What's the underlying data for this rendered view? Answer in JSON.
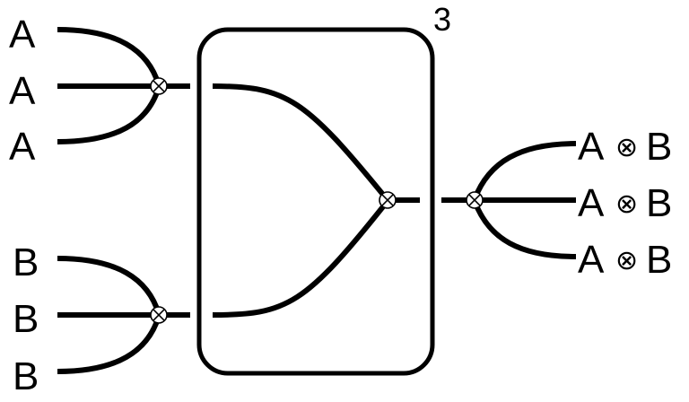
{
  "inputs": {
    "a_labels": [
      "A",
      "A",
      "A"
    ],
    "b_labels": [
      "B",
      "B",
      "B"
    ]
  },
  "box": {
    "multiplicity": "3"
  },
  "outputs": {
    "left_part": "A",
    "tensor_symbol": "⊗",
    "right_part": "B",
    "count": 3
  },
  "node_symbol": "tensor-product-icon"
}
